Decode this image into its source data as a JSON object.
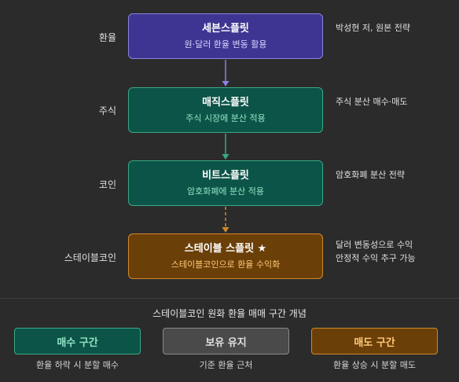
{
  "rows": [
    {
      "label": "환율",
      "title": "세븐스플릿",
      "subtitle": "원·달러 환율 변동 활용",
      "note_lines": [
        "박성현 저, 원본 전략"
      ],
      "style": "purple"
    },
    {
      "label": "주식",
      "title": "매직스플릿",
      "subtitle": "주식 시장에 분산 적용",
      "note_lines": [
        "주식 분산 매수·매도"
      ],
      "style": "green"
    },
    {
      "label": "코인",
      "title": "비트스플릿",
      "subtitle": "암호화폐에 분산 적용",
      "note_lines": [
        "암호화폐 분산 전략"
      ],
      "style": "green"
    },
    {
      "label": "스테이블코인",
      "title": "스테이블 스플릿 ★",
      "subtitle": "스테이블코인으로 환율 수익화",
      "note_lines": [
        "달러 변동성으로 수익",
        "안정적 수익 추구 가능"
      ],
      "style": "orange"
    }
  ],
  "arrows": [
    {
      "style": "solid",
      "color": "#8b82e0"
    },
    {
      "style": "solid",
      "color": "#39a886"
    },
    {
      "style": "dashed",
      "color": "#d08a2c"
    }
  ],
  "bottom": {
    "title": "스테이블코인 원화 환율 매매 구간 개념",
    "zones": [
      {
        "label": "매수 구간",
        "caption": "환율 하락 시 분할 매수"
      },
      {
        "label": "보유 유지",
        "caption": "기준 환율 근처"
      },
      {
        "label": "매도 구간",
        "caption": "환율 상승 시 분할 매도"
      }
    ]
  }
}
